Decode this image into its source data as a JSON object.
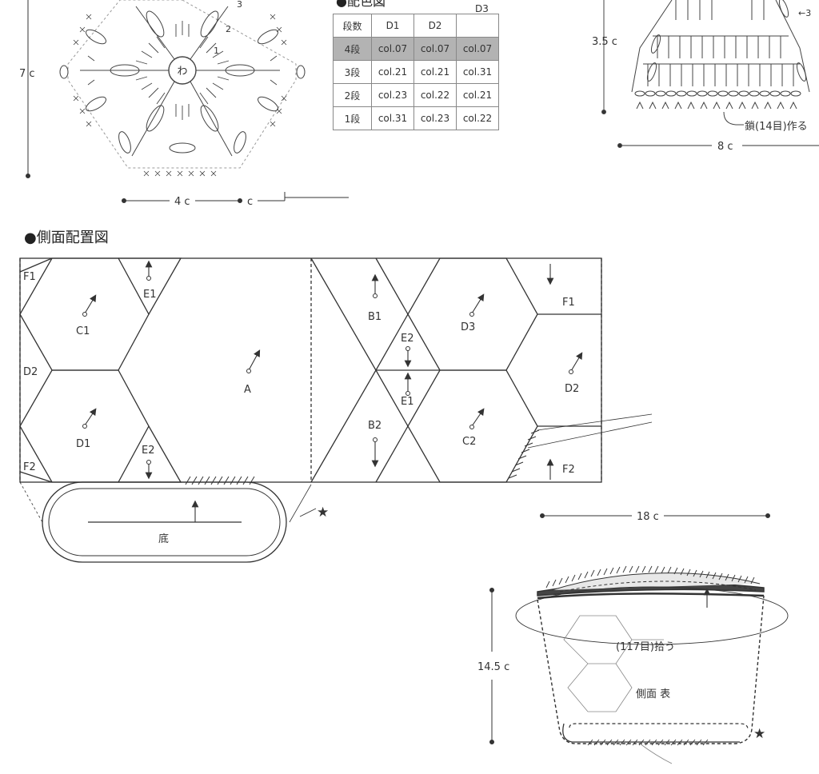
{
  "motif": {
    "height_label": "7 c",
    "width_label": "4 c",
    "extra_label": "c",
    "center_label": "わ",
    "round_labels": [
      "1",
      "2",
      "3"
    ]
  },
  "color_table": {
    "title_fragment": "●配色図",
    "headers": [
      "段数",
      "D1",
      "D2",
      "D3"
    ],
    "rows": [
      {
        "row": "4段",
        "d1": "col.07",
        "d2": "col.07",
        "d3": "col.07",
        "highlight": true
      },
      {
        "row": "3段",
        "d1": "col.21",
        "d2": "col.21",
        "d3": "col.31",
        "highlight": false
      },
      {
        "row": "2段",
        "d1": "col.23",
        "d2": "col.22",
        "d3": "col.21",
        "highlight": false
      },
      {
        "row": "1段",
        "d1": "col.31",
        "d2": "col.23",
        "d3": "col.22",
        "highlight": false
      }
    ]
  },
  "tab_chart": {
    "height_label": "3.5 c",
    "width_label": "8 c",
    "chain_note": "鎖(14目)作る",
    "arrow_note": "←3"
  },
  "layout": {
    "heading": "●側面配置図",
    "pieces": [
      "F1",
      "E1",
      "C1",
      "A",
      "D2",
      "D1",
      "E2",
      "F2",
      "B1",
      "E2",
      "E1",
      "B2",
      "D3",
      "F1",
      "D2",
      "C2",
      "F2"
    ],
    "bottom_label": "底"
  },
  "pouch": {
    "width_label": "18 c",
    "height_label": "14.5 c",
    "pickup_note": "(117目)拾う",
    "side_label": "側面 表"
  },
  "colors": {
    "line": "#333333",
    "highlight": "#b3b3b3"
  }
}
